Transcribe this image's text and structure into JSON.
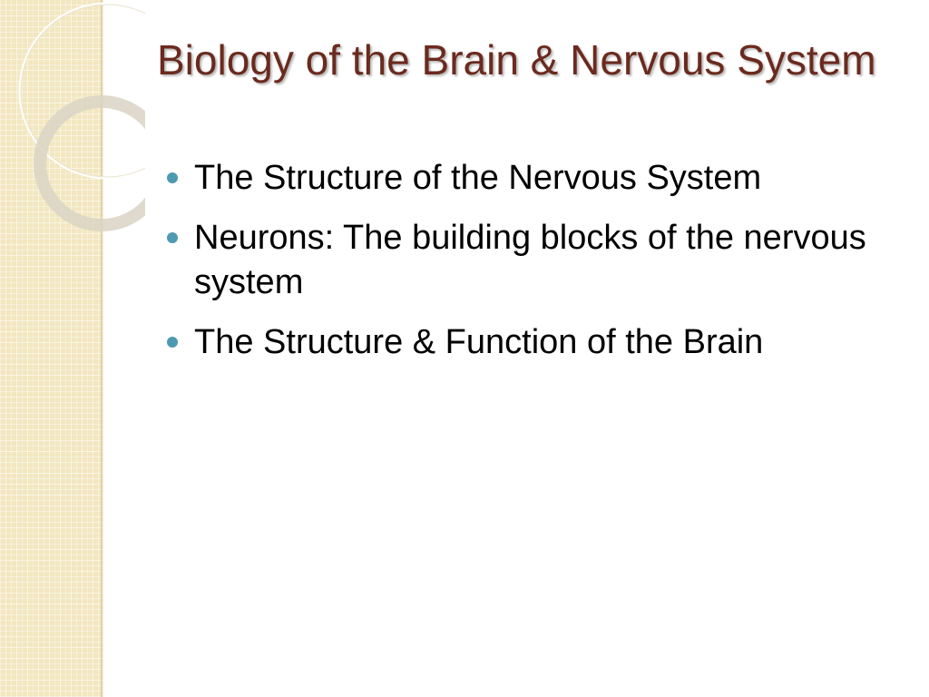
{
  "slide": {
    "title": "Biology of the Brain & Nervous System",
    "bullets": [
      {
        "text": "The Structure of the Nervous System"
      },
      {
        "text": "Neurons: The building blocks of the nervous system"
      },
      {
        "text": "The Structure & Function of the Brain"
      }
    ]
  },
  "colors": {
    "title": "#6b2a1e",
    "bullet_marker": "#4d9ab1",
    "side_strip": "#f3e7bf"
  },
  "icons": {
    "bullet": "filled-circle",
    "decoration": "overlapping-rings"
  }
}
